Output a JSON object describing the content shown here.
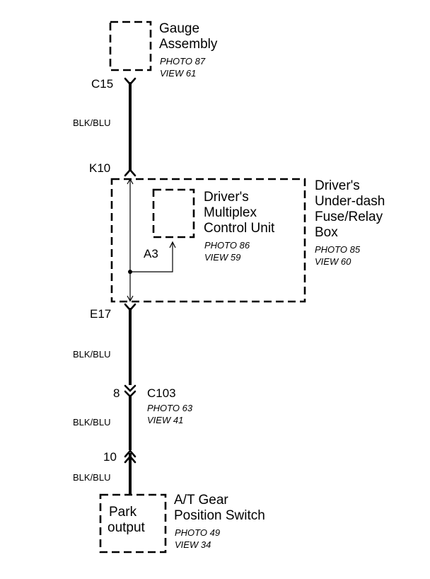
{
  "components": {
    "gauge": {
      "title_line1": "Gauge",
      "title_line2": "Assembly",
      "photo": "PHOTO 87",
      "view": "VIEW 61"
    },
    "fuse_box": {
      "title_line1": "Driver's",
      "title_line2": "Under-dash",
      "title_line3": "Fuse/Relay",
      "title_line4": "Box",
      "photo": "PHOTO 85",
      "view": "VIEW 60"
    },
    "mcu": {
      "title_line1": "Driver's",
      "title_line2": "Multiplex",
      "title_line3": "Control Unit",
      "photo": "PHOTO 86",
      "view": "VIEW 59",
      "pin": "A3"
    },
    "switch": {
      "title_line1": "A/T Gear",
      "title_line2": "Position Switch",
      "photo": "PHOTO 49",
      "view": "VIEW 34",
      "inner_line1": "Park",
      "inner_line2": "output"
    }
  },
  "connectors": {
    "c15": "C15",
    "k10": "K10",
    "e17": "E17",
    "c103": {
      "name": "C103",
      "pin_top": "8",
      "pin_bottom": "10",
      "photo": "PHOTO 63",
      "view": "VIEW 41"
    }
  },
  "wires": {
    "w1": "BLK/BLU",
    "w2": "BLK/BLU",
    "w3": "BLK/BLU",
    "w4": "BLK/BLU"
  }
}
